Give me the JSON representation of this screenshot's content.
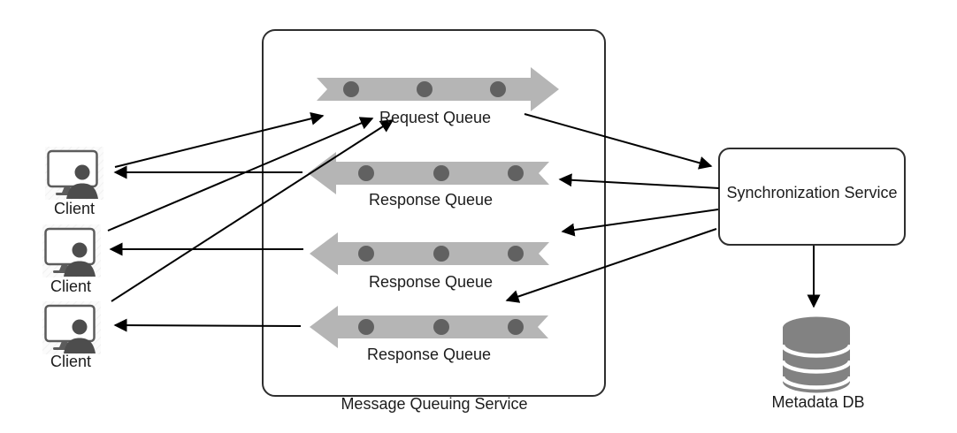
{
  "diagram": {
    "clients": [
      {
        "label": "Client"
      },
      {
        "label": "Client"
      },
      {
        "label": "Client"
      }
    ],
    "request_queue": {
      "label": "Request Queue"
    },
    "response_queues": [
      {
        "label": "Response Queue"
      },
      {
        "label": "Response Queue"
      },
      {
        "label": "Response Queue"
      }
    ],
    "message_queuing_service": {
      "label": "Message Queuing Service"
    },
    "synchronization_service": {
      "label": "Synchronization Service"
    },
    "metadata_db": {
      "label": "Metadata DB"
    },
    "colors": {
      "queue_fill": "#b5b5b5",
      "queue_dot": "#616161",
      "db_fill": "#828282",
      "person_fill": "#4d4d4d",
      "monitor_stroke": "#5c5c5c",
      "connector": "#000000",
      "box_border": "#2e2e2e"
    }
  }
}
